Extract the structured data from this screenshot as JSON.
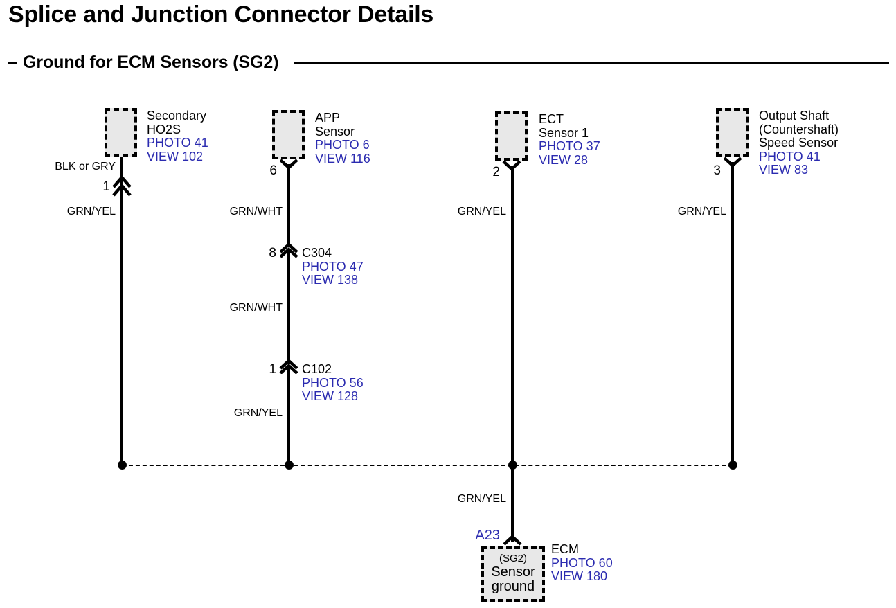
{
  "header": {
    "title": "Splice and Junction Connector Details",
    "subtitle": "Ground for ECM Sensors (SG2)",
    "dash": "-"
  },
  "connectors": [
    {
      "id": "secondary-ho2s",
      "name_lines": [
        "Secondary",
        "HO2S"
      ],
      "photo": "PHOTO 41",
      "view": "VIEW 102",
      "pin": "1",
      "pin_color": "black",
      "terminal_symbol": "double-chevron-up",
      "wire_above": "BLK or GRY",
      "wire_below": "GRN/YEL"
    },
    {
      "id": "app-sensor",
      "name_lines": [
        "APP",
        "Sensor"
      ],
      "photo": "PHOTO 6",
      "view": "VIEW 116",
      "pin": "6",
      "pin_color": "black",
      "terminal_symbol": "socket-v",
      "wire_above": "",
      "wire_below": "GRN/WHT"
    },
    {
      "id": "ect-sensor-1",
      "name_lines": [
        "ECT",
        "Sensor 1"
      ],
      "photo": "PHOTO 37",
      "view": "VIEW 28",
      "pin": "2",
      "pin_color": "black",
      "terminal_symbol": "socket-v",
      "wire_above": "",
      "wire_below": "GRN/YEL"
    },
    {
      "id": "output-shaft-speed-sensor",
      "name_lines": [
        "Output Shaft",
        "(Countershaft)",
        "Speed Sensor"
      ],
      "photo": "PHOTO 41",
      "view": "VIEW 83",
      "pin": "3",
      "pin_color": "black",
      "terminal_symbol": "socket-v",
      "wire_above": "",
      "wire_below": "GRN/YEL"
    }
  ],
  "inline_connectors": [
    {
      "id": "c304",
      "name": "C304",
      "photo": "PHOTO 47",
      "view": "VIEW 138",
      "pin": "8",
      "wire_below": "GRN/WHT"
    },
    {
      "id": "c102",
      "name": "C102",
      "photo": "PHOTO 56",
      "view": "VIEW 128",
      "pin": "1",
      "wire_below": "GRN/YEL"
    }
  ],
  "ecm": {
    "terminal": "A23",
    "box_sub": "(SG2)",
    "box_line1": "Sensor",
    "box_line2": "ground",
    "name": "ECM",
    "photo": "PHOTO 60",
    "view": "VIEW 180",
    "wire_above": "GRN/YEL"
  },
  "colors": {
    "reference_blue": "#2b2bb0",
    "wire_black": "#000000",
    "box_fill": "#e8e8e8"
  }
}
